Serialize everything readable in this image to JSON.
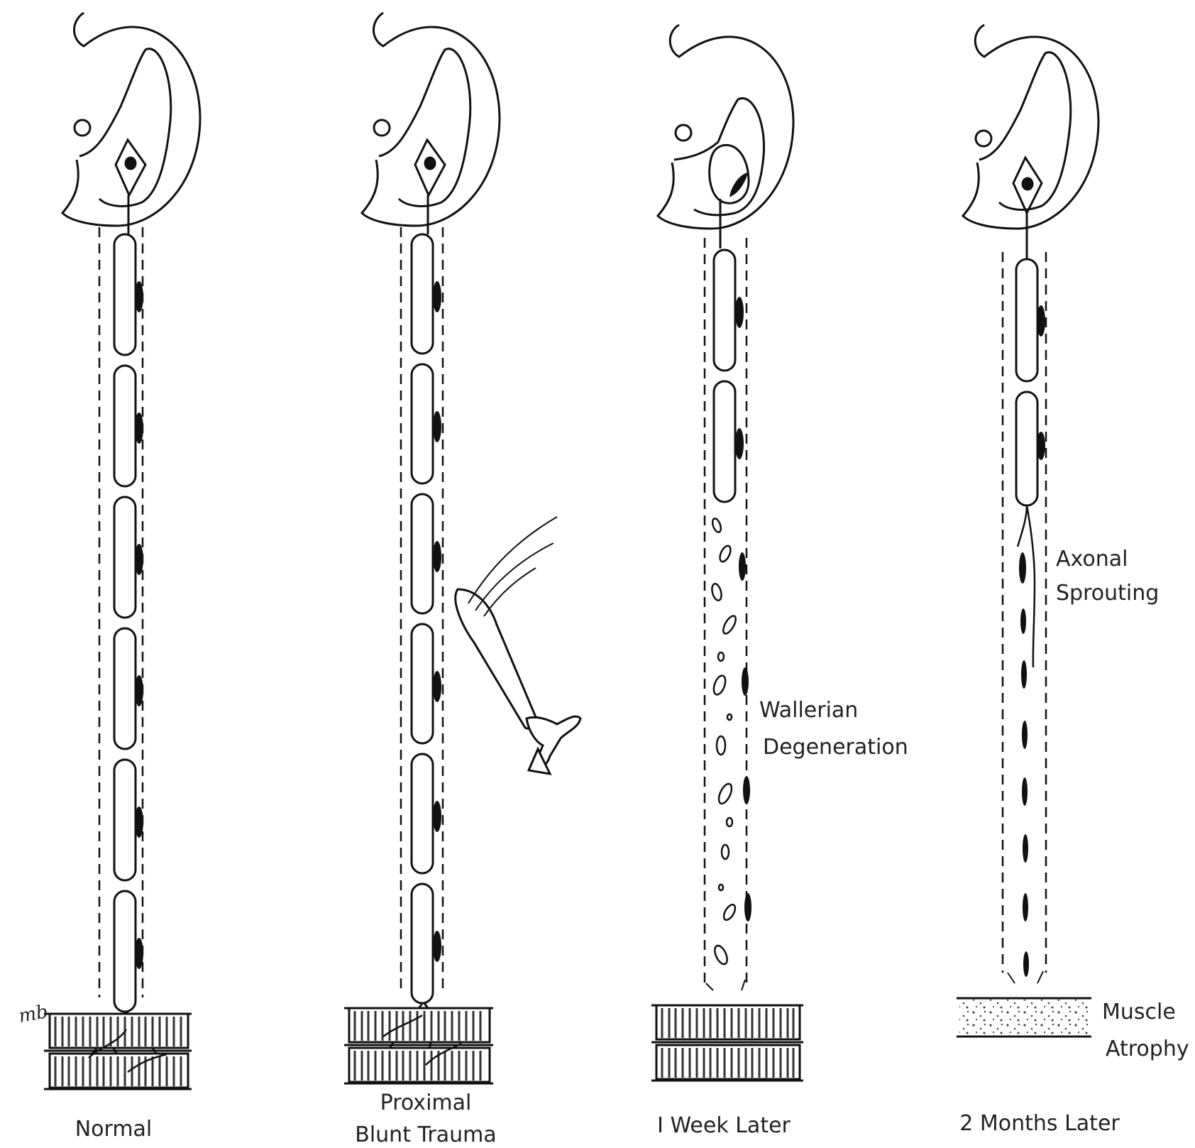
{
  "panels": [
    {
      "caption": [
        "Normal"
      ]
    },
    {
      "caption": [
        "Proximal",
        "Blunt Trauma"
      ]
    },
    {
      "caption": [
        "I Week Later"
      ]
    },
    {
      "caption": [
        "2 Months Later"
      ]
    }
  ],
  "annotations": {
    "wallerian": [
      "Wallerian",
      "Degeneration"
    ],
    "sprouting": [
      "Axonal",
      "Sprouting"
    ],
    "atrophy": [
      "Muscle",
      "Atrophy"
    ],
    "signature": "mb"
  }
}
